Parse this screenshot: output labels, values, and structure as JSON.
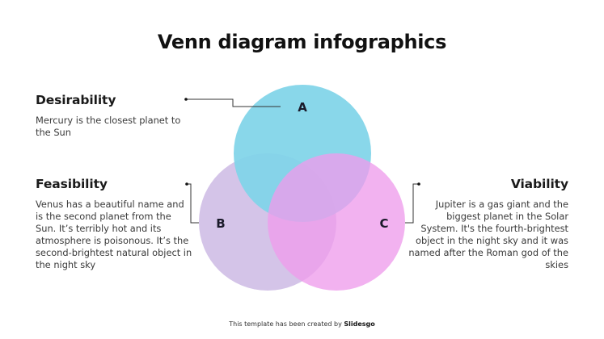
{
  "slide": {
    "title": "Venn diagram infographics",
    "footer": {
      "prefix": "This template has been created by",
      "brand": "Slidesgo"
    }
  },
  "sections": {
    "desirability": {
      "heading": "Desirability",
      "body": "Mercury is the closest planet to the Sun",
      "circle_label": "A"
    },
    "feasibility": {
      "heading": "Feasibility",
      "body": "Venus has a beautiful name and is the second planet from the Sun. It’s terribly hot and its atmosphere is poisonous. It’s the second-brightest natural object in the night sky",
      "circle_label": "B"
    },
    "viability": {
      "heading": "Viability",
      "body": "Jupiter is a gas giant and the biggest planet in the Solar System. It's the fourth-brightest object in the night sky and it was named after the Roman god of the skies",
      "circle_label": "C"
    }
  },
  "colors": {
    "circle_a": "#7fd4e8",
    "circle_b": "#d4c4e8",
    "circle_c": "#f2abf0",
    "connector": "#333333"
  }
}
